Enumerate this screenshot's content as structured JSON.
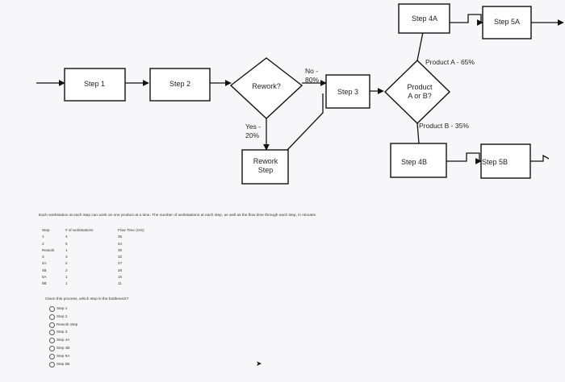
{
  "nodes": {
    "step1": "Step 1",
    "step2": "Step 2",
    "rework": "Rework?",
    "step3": "Step 3",
    "product": "Product\nA or B?",
    "rework_step": "Rework\nStep",
    "step4a": "Step 4A",
    "step5a": "Step 5A",
    "step4b": "Step 4B",
    "step5b": "Step 5B"
  },
  "edge_labels": {
    "no": "No -\n80%",
    "yes": "Yes -\n20%",
    "product_a": "Product A - 65%",
    "product_b": "Product B - 35%"
  },
  "intro_text": "Each workstation at each step can work on one product at a time. The number of workstations at each step, as well as the flow time through each step, in minutes",
  "table": {
    "headers": [
      "Step",
      "# of workstations",
      "Flow Time (min)"
    ],
    "rows": [
      [
        "1",
        "4",
        "35"
      ],
      [
        "2",
        "5",
        "44"
      ],
      [
        "Rework",
        "1",
        "39"
      ],
      [
        "3",
        "3",
        "32"
      ],
      [
        "4A",
        "2",
        "27"
      ],
      [
        "4B",
        "2",
        "28"
      ],
      [
        "5A",
        "1",
        "16"
      ],
      [
        "5B",
        "1",
        "11"
      ]
    ]
  },
  "question": "Given this process, which step is the bottleneck?",
  "options": [
    "Step 1",
    "Step 2",
    "Rework Step",
    "Step 3",
    "Step 4A",
    "Step 4B",
    "Step 5A",
    "Step 5B"
  ]
}
